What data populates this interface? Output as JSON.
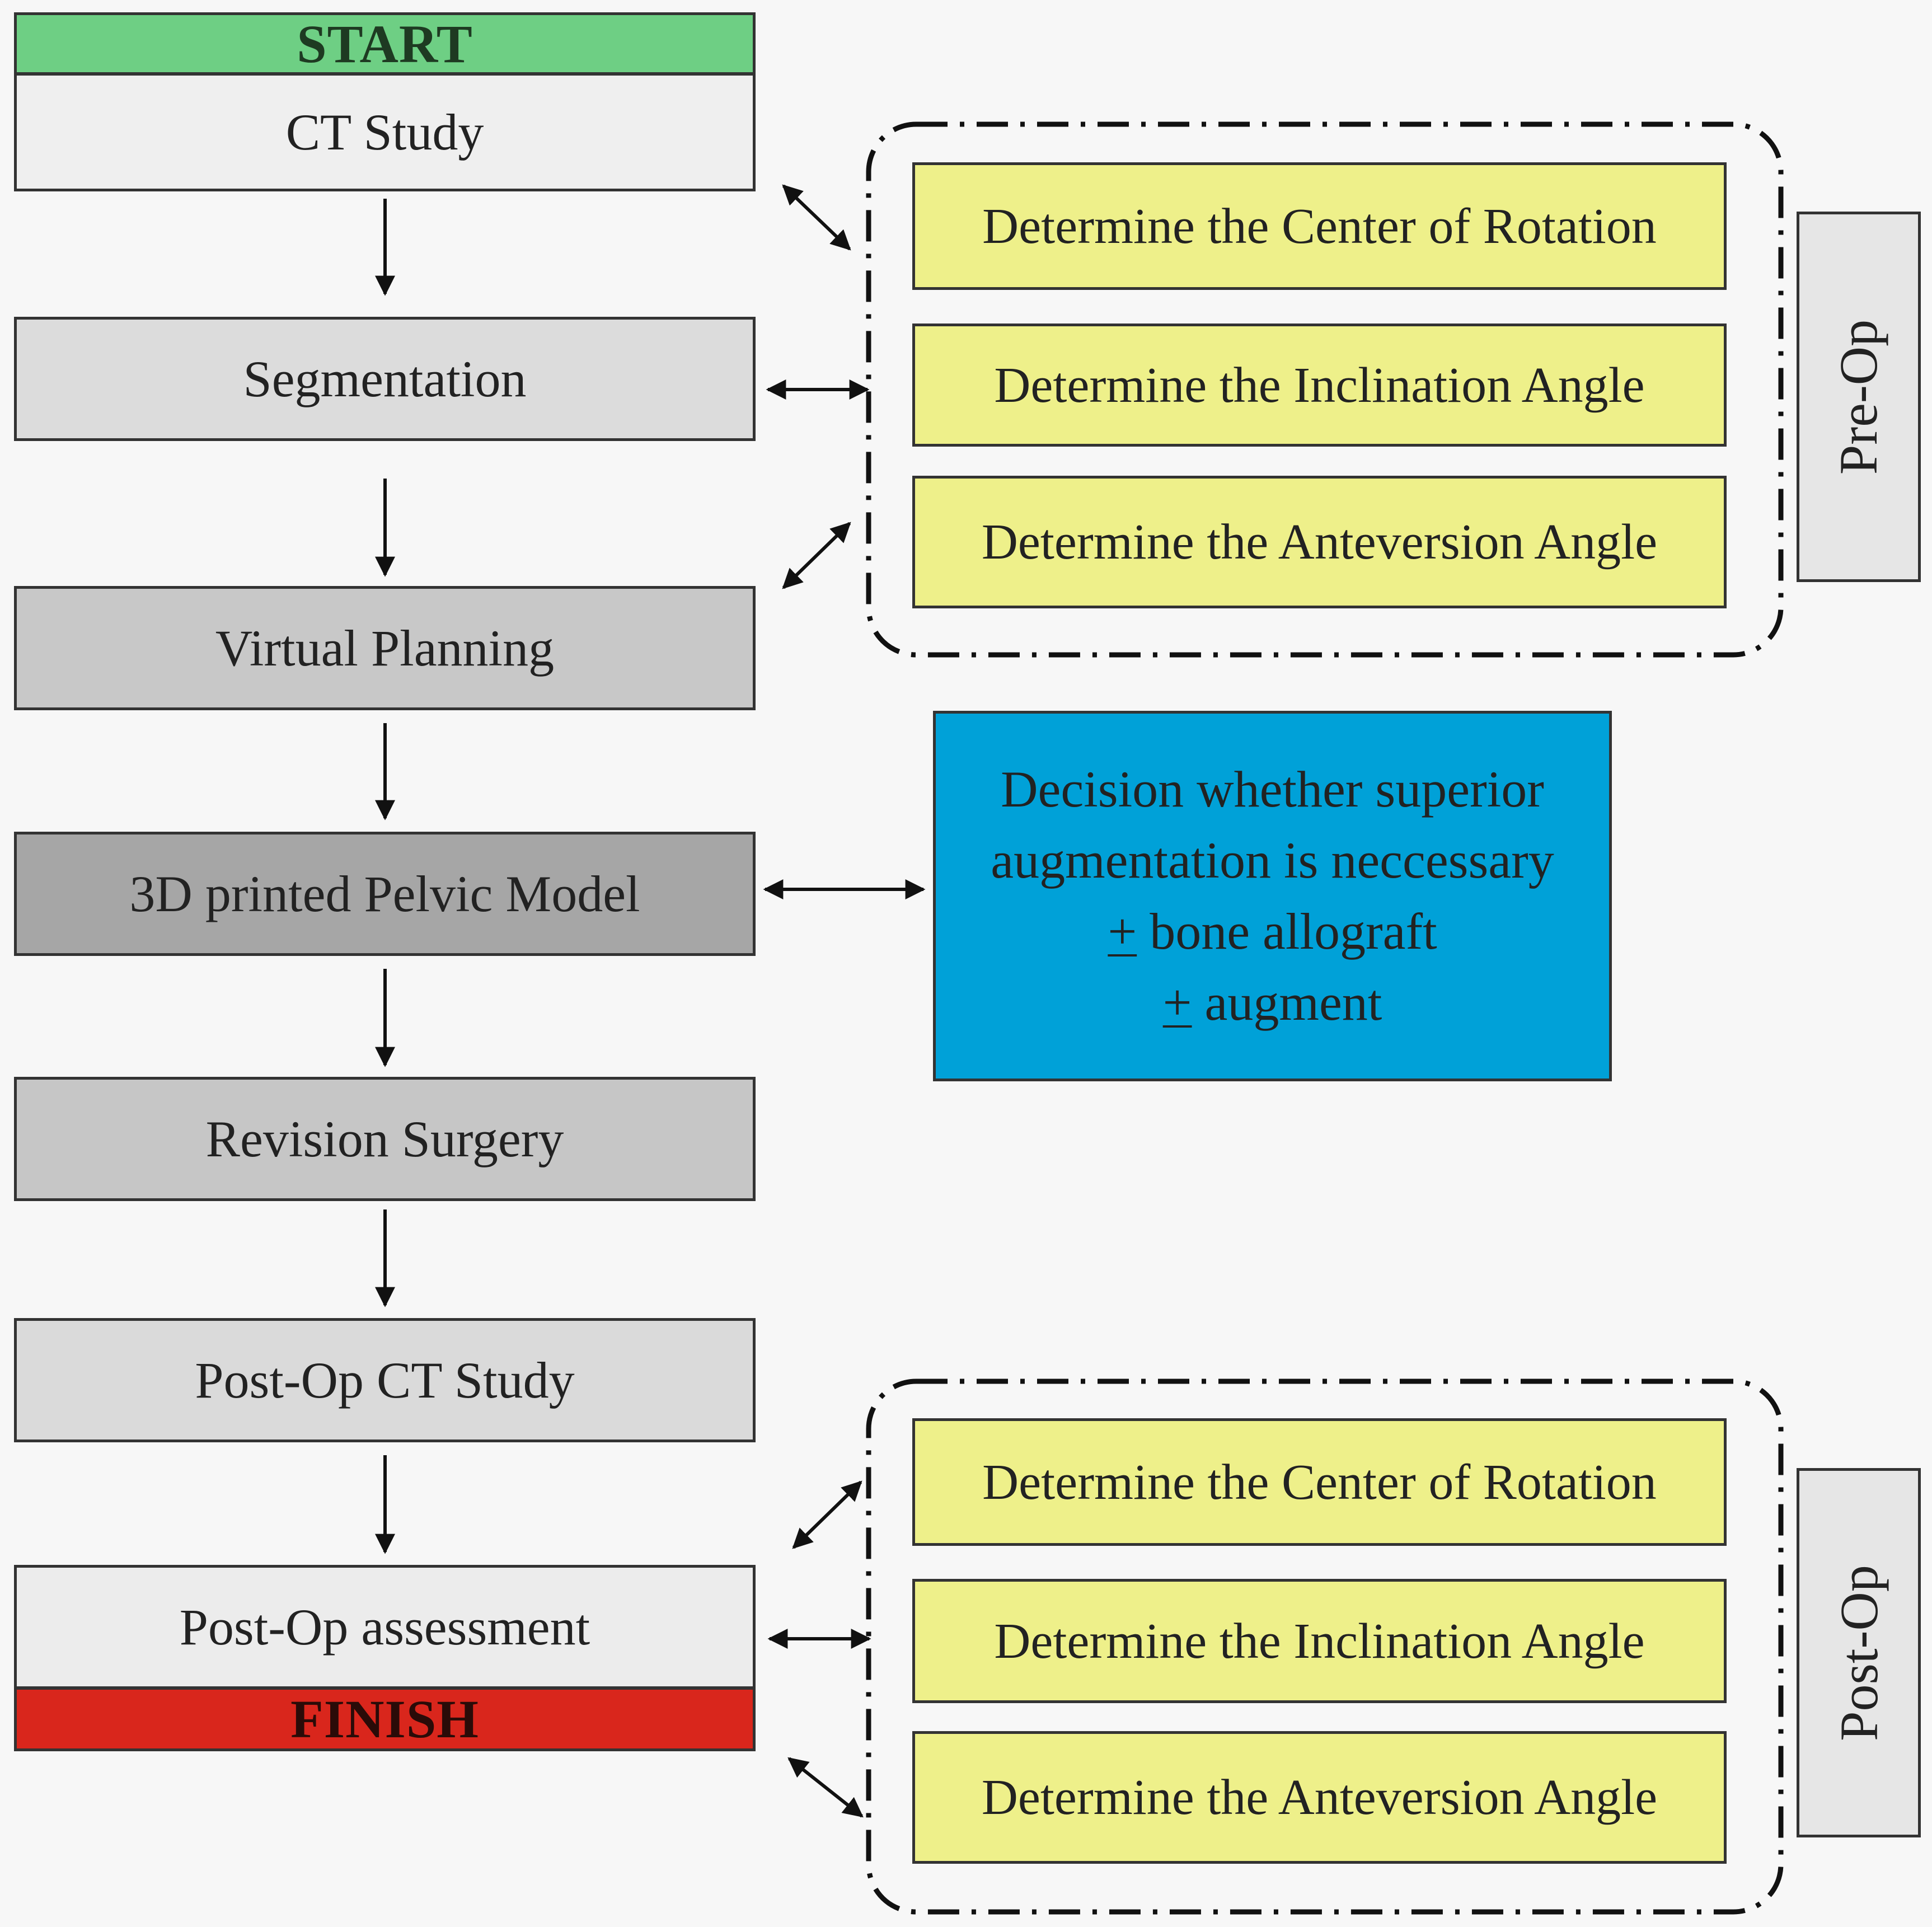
{
  "flow": {
    "start": "START",
    "ct_study": "CT Study",
    "segmentation": "Segmentation",
    "virtual_planning": "Virtual Planning",
    "printed_model": "3D printed Pelvic Model",
    "revision_surgery": "Revision Surgery",
    "postop_ct": "Post-Op CT Study",
    "postop_assessment": "Post-Op assessment",
    "finish": "FINISH"
  },
  "preop": {
    "label": "Pre-Op",
    "items": [
      "Determine the Center of Rotation",
      "Determine the Inclination Angle",
      "Determine the Anteversion Angle"
    ]
  },
  "postop": {
    "label": "Post-Op",
    "items": [
      "Determine the Center of Rotation",
      "Determine the Inclination Angle",
      "Determine the Anteversion Angle"
    ]
  },
  "decision": {
    "line1": "Decision whether superior",
    "line2": "augmentation is neccessary",
    "pm1": "+",
    "line3": " bone allograft",
    "pm2": "+",
    "line4": " augment"
  },
  "colors": {
    "start": "#6ecf84",
    "finish": "#d9261c",
    "determine_box": "#eef08a",
    "decision_box": "#00a1d8"
  }
}
